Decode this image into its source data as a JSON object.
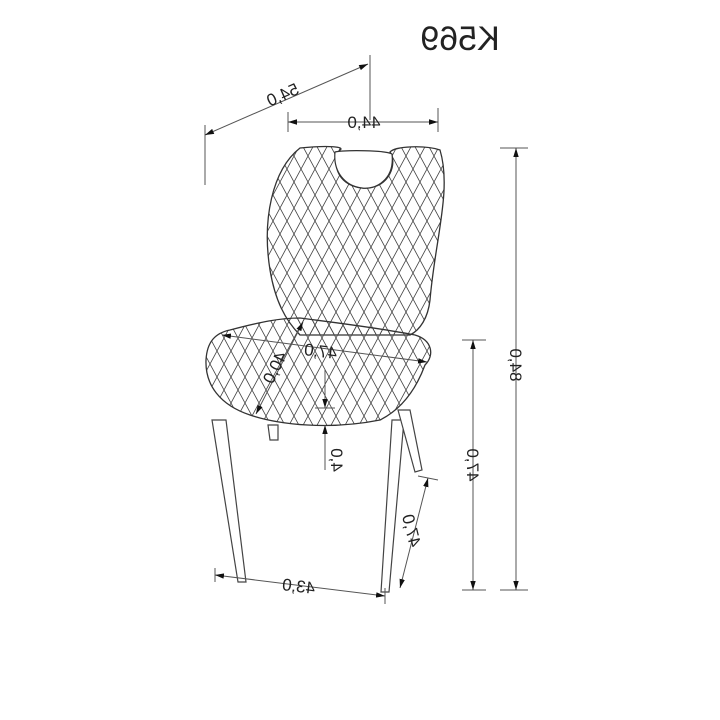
{
  "title": "K569",
  "dimensions": {
    "depth_total": "54,0",
    "back_width": "44,0",
    "height_total": "84,0",
    "seat_height": "47,0",
    "seat_width": "47,0",
    "seat_depth": "40,0",
    "seat_thickness": "4,0",
    "leg_depth": "47,0",
    "leg_width": "43,0"
  },
  "colors": {
    "line": "#333333",
    "dim": "#555555",
    "background": "#ffffff"
  }
}
